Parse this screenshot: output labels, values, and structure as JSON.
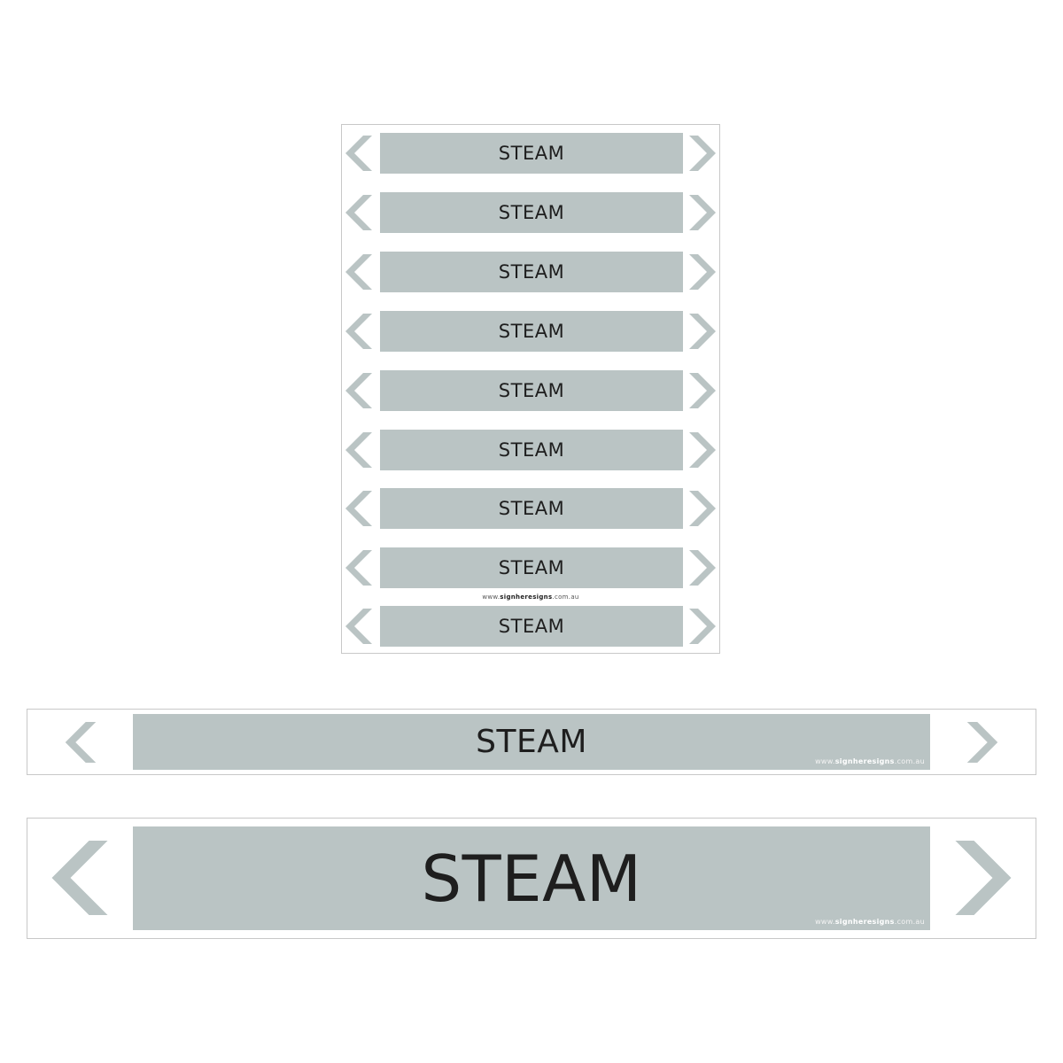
{
  "label_text": "STEAM",
  "url": {
    "prefix": "www.",
    "brand": "signheresigns",
    "suffix": ".com.au"
  },
  "sheet_rows": 9,
  "colors": {
    "bar": "#bac4c4",
    "arrow": "#bac4c4",
    "text": "#1e1e1e"
  },
  "icons": {
    "left": "chevron-left-icon",
    "right": "chevron-right-icon"
  }
}
